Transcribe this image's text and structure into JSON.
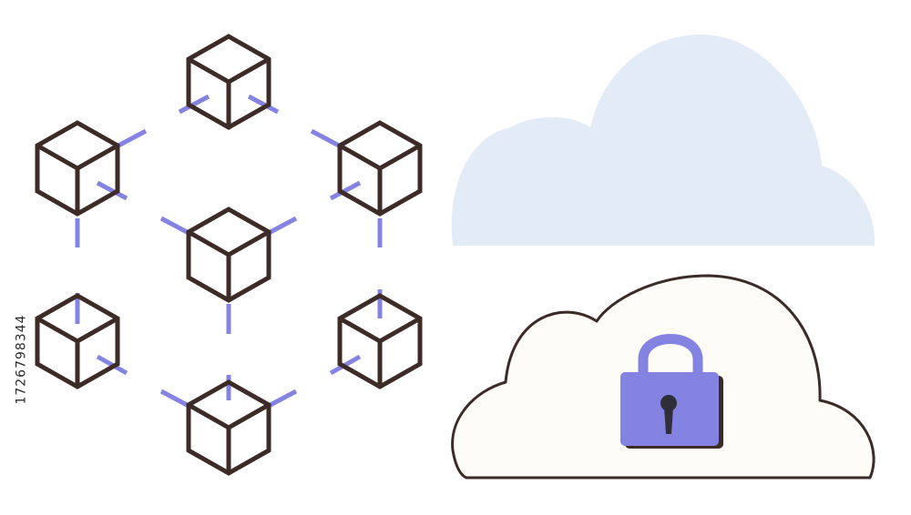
{
  "illustration": {
    "subject": [
      "blockchain-cube-network",
      "cloud",
      "cloud-with-padlock"
    ],
    "colors": {
      "cube_stroke": "#3c2b27",
      "connector": "#8583e2",
      "back_cloud_fill": "#e3ebf7",
      "front_cloud_fill": "#fdfcf6",
      "front_cloud_stroke": "#3c2b27",
      "padlock": "#8583e2",
      "padlock_shadow": "#3c2b27",
      "keyhole": "#2f2f3a"
    }
  },
  "stock_id": {
    "text": "1726798344"
  }
}
